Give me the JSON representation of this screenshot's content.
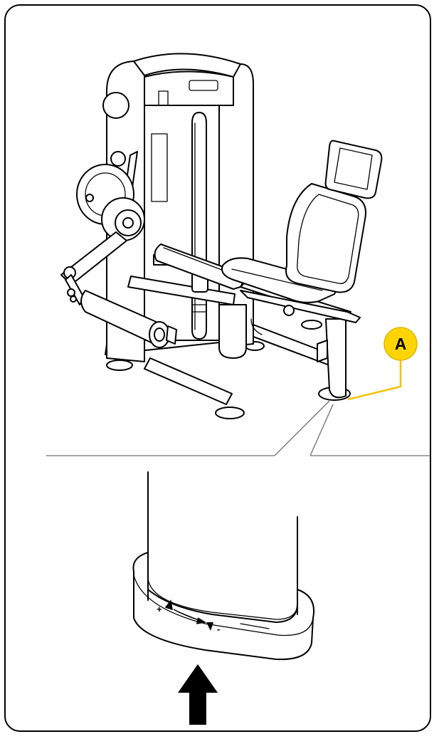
{
  "callout": {
    "label": "A",
    "fill_color": "#FFD400",
    "line_color": "#F2C200"
  },
  "foot_markings": {
    "plus": "+",
    "minus": "-"
  },
  "icons": [
    "leg-extension-machine",
    "adjustable-foot",
    "upward-arrow-icon",
    "rotation-direction-icon"
  ]
}
